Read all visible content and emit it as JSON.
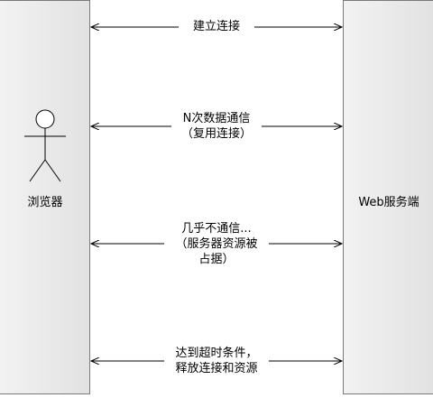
{
  "lanes": {
    "left": {
      "label": "浏览器",
      "icon": "actor-icon"
    },
    "right": {
      "label": "Web服务端"
    }
  },
  "messages": [
    {
      "lines": [
        "建立连接"
      ]
    },
    {
      "lines": [
        "N次数据通信",
        "（复用连接）"
      ]
    },
    {
      "lines": [
        "几乎不通信...",
        "（服务器资源被",
        "占据）"
      ]
    },
    {
      "lines": [
        "达到超时条件，",
        "释放连接和资源"
      ]
    }
  ],
  "colors": {
    "line": "#000000",
    "lane_border": "#7a7a7a",
    "lane_fill": "#eeeeee"
  }
}
